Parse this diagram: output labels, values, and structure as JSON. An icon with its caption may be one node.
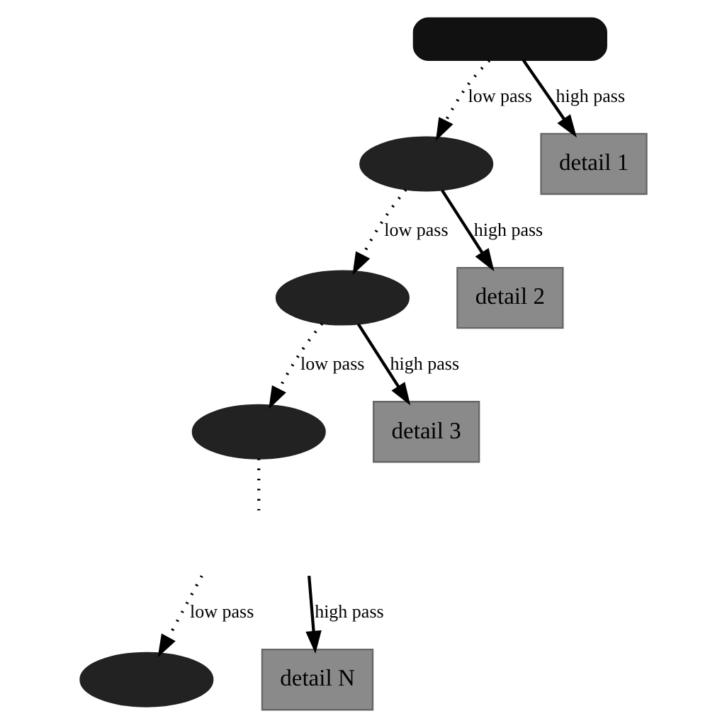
{
  "diagram": {
    "nodes": [
      {
        "text": [],
        "shape": "box"
      },
      {
        "text": [],
        "shape": "ellipse"
      },
      {
        "text": [
          "detail 1"
        ]
      },
      {
        "text": [],
        "shape": "ellipse"
      },
      {
        "text": [
          "detail 2"
        ]
      },
      {
        "text": [],
        "shape": "ellipse"
      },
      {
        "text": [
          "detail 3"
        ]
      },
      {
        "text": [],
        "shape": "ellipse"
      },
      {
        "text": [
          "detail N"
        ]
      }
    ],
    "edges": [
      {
        "from": 0,
        "to": 1,
        "arrow": "to",
        "label": "low pass",
        "style": "dashed"
      },
      {
        "from": 0,
        "to": 2,
        "arrow": "to",
        "label": "high pass"
      },
      {
        "from": 1,
        "to": 3,
        "arrow": "to",
        "label": "low pass",
        "style": "dashed"
      },
      {
        "from": 1,
        "to": 4,
        "arrow": "to",
        "label": "high pass"
      },
      {
        "from": 3,
        "to": 5,
        "arrow": "to",
        "label": "low pass",
        "style": "dashed"
      },
      {
        "from": 3,
        "to": 6,
        "arrow": "to",
        "label": "high pass"
      },
      {
        "from": 5,
        "to": null,
        "arrow": "none",
        "style": "dashed"
      },
      {
        "from": null,
        "to": 7,
        "arrow": "to",
        "label": "low pass",
        "style": "dashed"
      },
      {
        "from": null,
        "to": 8,
        "arrow": "to",
        "label": "high pass"
      }
    ]
  }
}
